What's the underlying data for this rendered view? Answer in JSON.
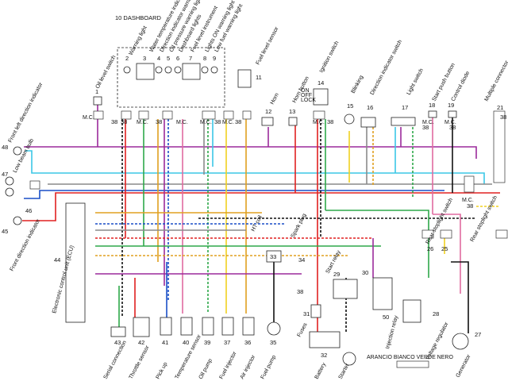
{
  "title": "10  DASHBOARD",
  "connector_label": "M.C.",
  "numbers": {
    "n1": "1",
    "n2": "2",
    "n3": "3",
    "n4": "4",
    "n5": "5",
    "n6": "6",
    "n7": "7",
    "n8": "8",
    "n9": "9",
    "n11": "11",
    "n12": "12",
    "n13": "13",
    "n14": "14",
    "n15": "15",
    "n16": "16",
    "n17": "17",
    "n18": "18",
    "n19": "19",
    "n21": "21",
    "n25": "25",
    "n26": "26",
    "n27": "27",
    "n28": "28",
    "n29": "29",
    "n30": "30",
    "n31": "31",
    "n32": "32",
    "n33": "33",
    "n34": "34",
    "n35": "35",
    "n36": "36",
    "n37": "37",
    "n38": "38",
    "n39": "39",
    "n40": "40",
    "n41": "41",
    "n42": "42",
    "n43": "43",
    "n44": "44",
    "n45": "45",
    "n46": "46",
    "n47": "47",
    "n48": "48",
    "n50": "50"
  },
  "labels": {
    "oil_level_switch": "Oil level switch",
    "warning_light": "Warning light",
    "water_temp_indicator": "Water temperature indicator",
    "direction_indicator_warning": "Direction indicator warning light",
    "oil_pressure_warning": "Oil pressure warning light",
    "dashboard_lights": "Dashboard lights",
    "fuel_level_instrument": "Fuel level instrument",
    "high_beam_warning": "Lights ON warning light",
    "low_fuel_warning": "Low fuel warning light",
    "fuel_level_sensor": "Fuel level sensor",
    "horn": "Horn",
    "horn_button": "Horn button",
    "ignition_switch": "Ignition switch",
    "on": "ON",
    "off": "OFF",
    "lock": "LOCK",
    "blinking": "Blinking",
    "direction_indicator_switch": "Direction indicator switch",
    "light_switch": "Light switch",
    "start_push_button": "Start push button",
    "control_diode": "Control diode",
    "multiple_connector": "Multiple connector",
    "front_left_direction_indicator": "Front left direction indicator",
    "low_beam_bulb": "Low beam bulb",
    "front_direction_indicator": "Front direction indicator",
    "ecu": "Electronic control unit (ECU)",
    "ht_coil": "HT coil",
    "spark_plug": "Spark plug",
    "start_relay": "Start relay",
    "injection_relay": "Injection relay",
    "rear_stoplight_switch_1": "Rear stoplight switch",
    "rear_stoplight_switch_2": "Rear stoplight switch",
    "fuses": "Fuses",
    "battery": "Battery",
    "starter": "Starter",
    "voltage_regulator": "Voltage regulator",
    "generator": "Generator",
    "serial_connection": "Serial connection",
    "throttle_sensor": "Throttle sensor",
    "pick_up": "Pick up",
    "temperature_sensor": "Temperature sensor",
    "oil_pump": "Oil pump",
    "fuel_injector": "Fuel injector",
    "air_injector": "Air injector",
    "fuel_pump": "Fuel pump",
    "legend_colors": "ARANCIO BIANCO VERDE NERO"
  }
}
